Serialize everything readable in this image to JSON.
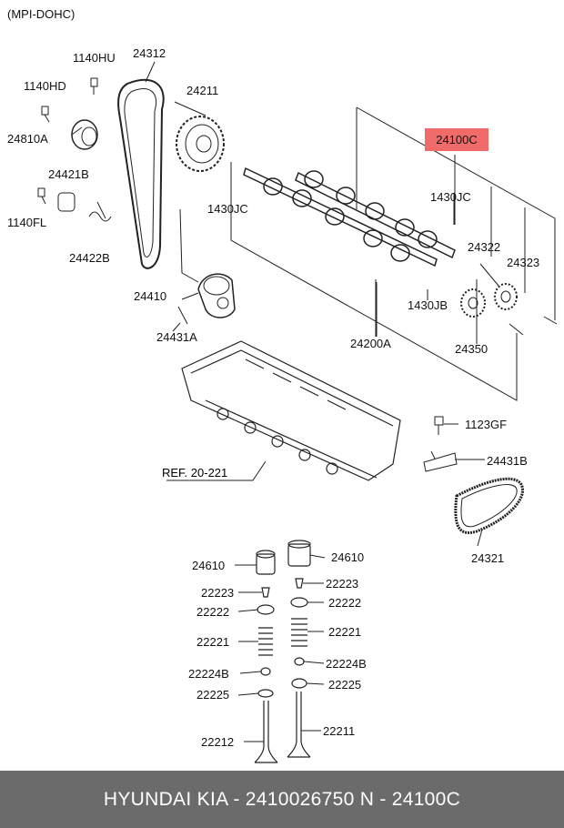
{
  "variant": "(MPI-DOHC)",
  "highlighted_part": "24100C",
  "callouts": {
    "c_1140HU": "1140HU",
    "c_24312": "24312",
    "c_1140HD": "1140HD",
    "c_24211": "24211",
    "c_24810A": "24810A",
    "c_24421B": "24421B",
    "c_1140FL": "1140FL",
    "c_24422B": "24422B",
    "c_1430JC_left": "1430JC",
    "c_1430JC_right": "1430JC",
    "c_24322": "24322",
    "c_24323": "24323",
    "c_24410": "24410",
    "c_1430JB": "1430JB",
    "c_24431A": "24431A",
    "c_24200A": "24200A",
    "c_24350": "24350",
    "c_1123GF": "1123GF",
    "c_24431B": "24431B",
    "c_REF": "REF. 20-221",
    "c_24321": "24321",
    "c_24610_l": "24610",
    "c_24610_r": "24610",
    "c_22223_l": "22223",
    "c_22223_r": "22223",
    "c_22222_l": "22222",
    "c_22222_r": "22222",
    "c_22221_l": "22221",
    "c_22221_r": "22221",
    "c_22224B_l": "22224B",
    "c_22224B_r": "22224B",
    "c_22225_l": "22225",
    "c_22225_r": "22225",
    "c_22212": "22212",
    "c_22211": "22211"
  },
  "footer": {
    "text": "HYUNDAI  KIA - 2410026750      N - 24100C"
  },
  "colors": {
    "highlight": "#f26b6b",
    "footer_bg": "#6b6b6b",
    "line": "#222222"
  }
}
